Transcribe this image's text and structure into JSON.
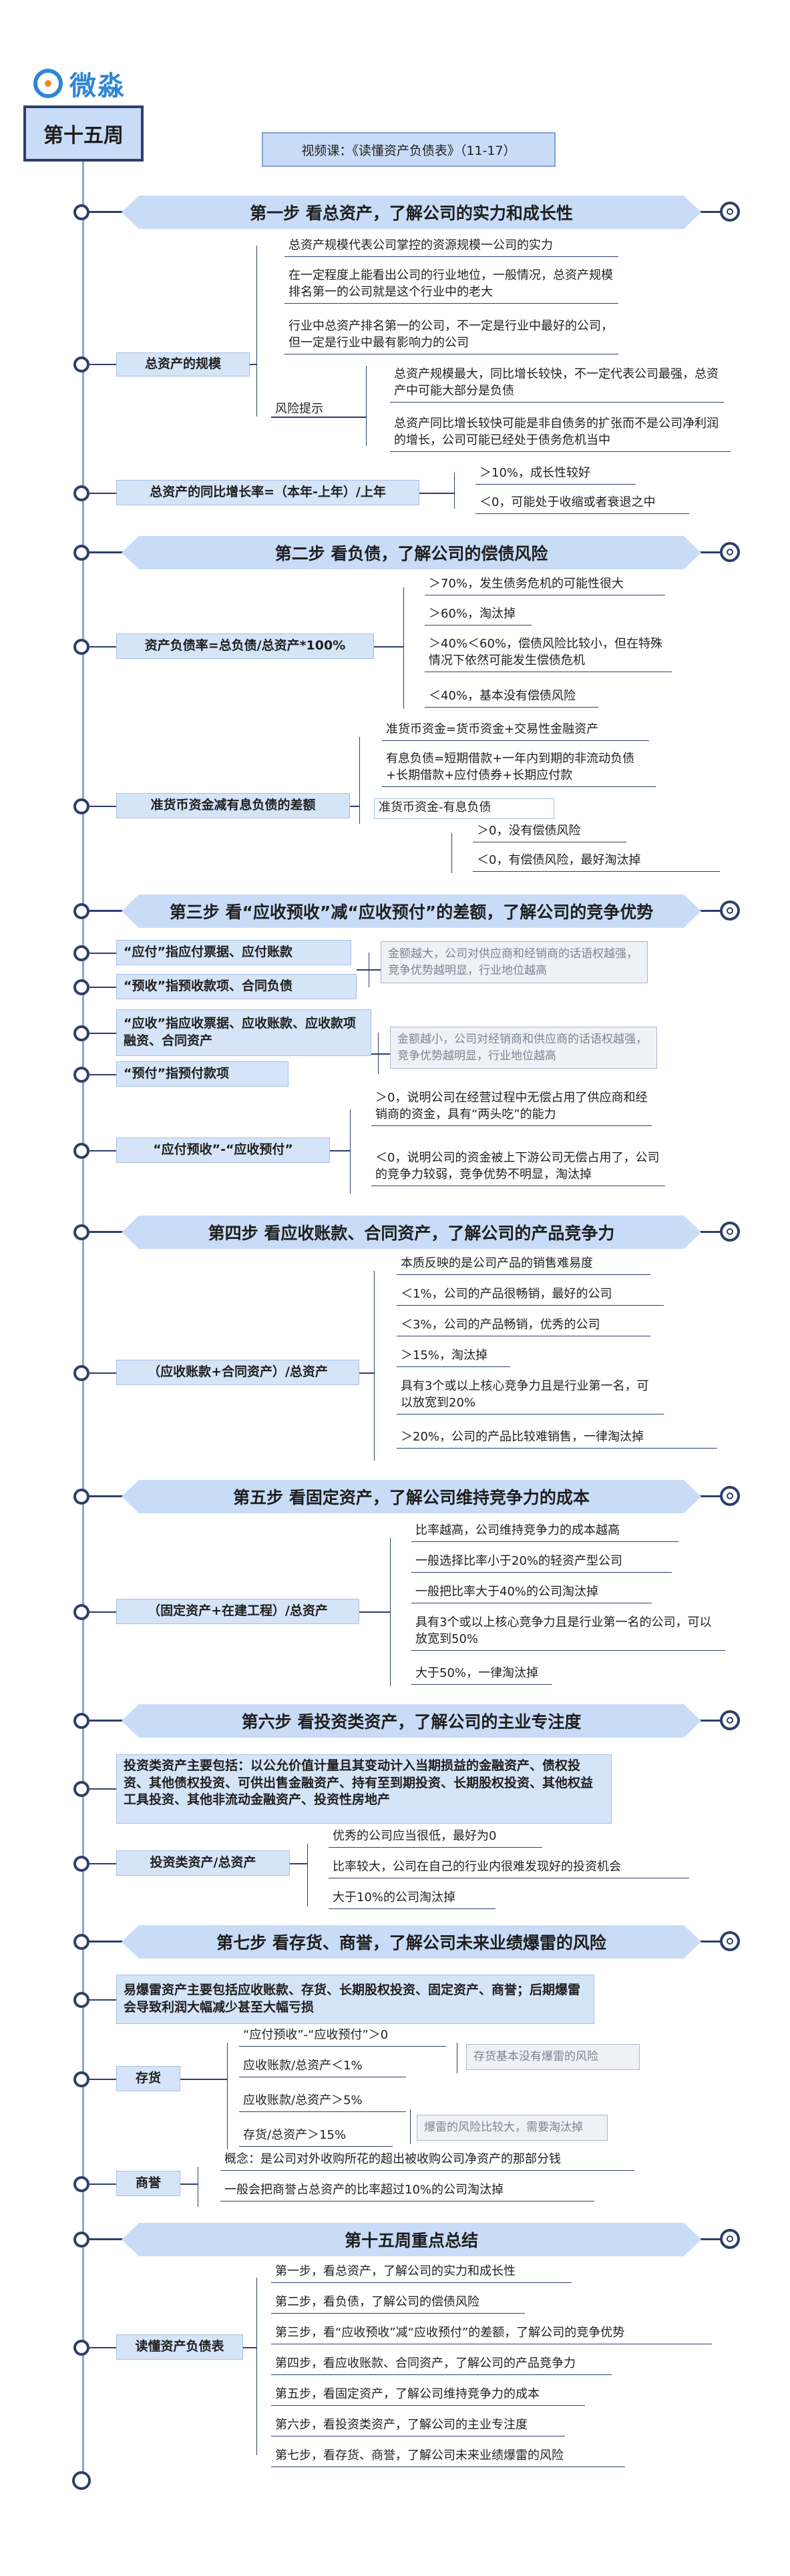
{
  "brand": {
    "name": "微淼"
  },
  "week": "第十五周",
  "video": "视频课：《读懂资产负债表》（11-17）",
  "steps": [
    "第一步  看总资产，了解公司的实力和成长性",
    "第二步  看负债，了解公司的偿债风险",
    "第三步  看“应收预收”减“应收预付”的差额，了解公司的竞争优势",
    "第四步  看应收账款、合同资产，了解公司的产品竞争力",
    "第五步  看固定资产，了解公司维持竞争力的成本",
    "第六步  看投资类资产，了解公司的主业专注度",
    "第七步  看存货、商誉，了解公司未来业绩爆雷的风险",
    "第十五周重点总结"
  ],
  "s1": {
    "cat1": "总资产的规模",
    "items": [
      "总资产规模代表公司掌控的资源规模一公司的实力",
      "在一定程度上能看出公司的行业地位，一般情况，总资产规模排名第一的公司就是这个行业中的老大",
      "行业中总资产排名第一的公司，不一定是行业中最好的公司，但一定是行业中最有影响力的公司"
    ],
    "risk": "风险提示",
    "risk_items": [
      "总资产规模最大，同比增长较快，不一定代表公司最强，总资产中可能大部分是负债",
      "总资产同比增长较快可能是非自债务的扩张而不是公司净利润的增长，公司可能已经处于债务危机当中"
    ],
    "cat2": "总资产的同比增长率=（本年-上年）/上年",
    "growth": [
      "＞10%，成长性较好",
      "＜0，可能处于收缩或者衰退之中"
    ]
  },
  "s2": {
    "cat1": "资产负债率=总负债/总资产*100%",
    "ratio": [
      "＞70%，发生债务危机的可能性很大",
      "＞60%，淘汰掉",
      "＞40%＜60%，偿债风险比较小，但在特殊情况下依然可能发生偿债危机",
      "＜40%，基本没有偿债风险"
    ],
    "cat2": "准货币资金减有息负债的差额",
    "cash": [
      "准货币资金=货币资金+交易性金融资产",
      "有息负债=短期借款+一年内到期的非流动负债+长期借款+应付债券+长期应付款",
      "准货币资金-有息负债"
    ],
    "cash_sub": [
      "＞0，没有偿债风险",
      "＜0，有偿债风险，最好淘汰掉"
    ]
  },
  "s3": {
    "c1": "“应付”指应付票据、应付账款",
    "c2": "“预收”指预收款项、合同负债",
    "n1": "金额越大，公司对供应商和经销商的话语权越强，竞争优势越明显，行业地位越高",
    "c3": "“应收”指应收票据、应收账款、应收款项融资、合同资产",
    "c4": "“预付”指预付款项",
    "n2": "金额越小，公司对经销商和供应商的话语权越强，竞争优势越明显，行业地位越高",
    "c5": "“应付预收”-“应收预付”",
    "r1": "＞0，说明公司在经营过程中无偿占用了供应商和经销商的资金，具有“两头吃”的能力",
    "r2": "＜0，说明公司的资金被上下游公司无偿占用了，公司的竞争力较弱，竞争优势不明显，淘汰掉"
  },
  "s4": {
    "cat": "（应收账款+合同资产）/总资产",
    "items": [
      "本质反映的是公司产品的销售难易度",
      "＜1%，公司的产品很畅销，最好的公司",
      "＜3%，公司的产品畅销，优秀的公司",
      "＞15%，淘汰掉",
      "具有3个或以上核心竞争力且是行业第一名，可以放宽到20%",
      "＞20%，公司的产品比较难销售，一律淘汰掉"
    ]
  },
  "s5": {
    "cat": "（固定资产+在建工程）/总资产",
    "items": [
      "比率越高，公司维持竞争力的成本越高",
      "一般选择比率小于20%的轻资产型公司",
      "一般把比率大于40%的公司淘汰掉",
      "具有3个或以上核心竞争力且是行业第一名的公司，可以放宽到50%",
      "大于50%，一律淘汰掉"
    ]
  },
  "s6": {
    "desc": "投资类资产主要包括：以公允价值计量且其变动计入当期损益的金融资产、债权投资、其他债权投资、可供出售金融资产、持有至到期投资、长期股权投资、其他权益工具投资、其他非流动金融资产、投资性房地产",
    "cat": "投资类资产/总资产",
    "items": [
      "优秀的公司应当很低，最好为0",
      "比率较大，公司在自己的行业内很难发现好的投资机会",
      "大于10%的公司淘汰掉"
    ]
  },
  "s7": {
    "desc": "易爆雷资产主要包括应收账款、存货、长期股权投资、固定资产、商誉；后期爆雷会导致利润大幅减少甚至大幅亏损",
    "inv": "存货",
    "inv_items": [
      "“应付预收”-“应收预付”＞0",
      "应收账款/总资产＜1%",
      "应收账款/总资产＞5%",
      "存货/总资产＞15%"
    ],
    "note1": "存货基本没有爆雷的风险",
    "note2": "爆雷的风险比较大，需要淘汰掉",
    "gw": "商誉",
    "gw_items": [
      "概念：是公司对外收购所花的超出被收购公司净资产的那部分钱",
      "一般会把商誉占总资产的比率超过10%的公司淘汰掉"
    ]
  },
  "summary": {
    "cat": "读懂资产负债表",
    "items": [
      "第一步，看总资产，了解公司的实力和成长性",
      "第二步，看负债，了解公司的偿债风险",
      "第三步，看“应收预收”减“应收预付”的差额，了解公司的竞争优势",
      "第四步，看应收账款、合同资产，了解公司的产品竞争力",
      "第五步，看固定资产，了解公司维持竞争力的成本",
      "第六步，看投资类资产，了解公司的主业专注度",
      "第七步，看存货、商誉，了解公司未来业绩爆雷的风险"
    ]
  }
}
